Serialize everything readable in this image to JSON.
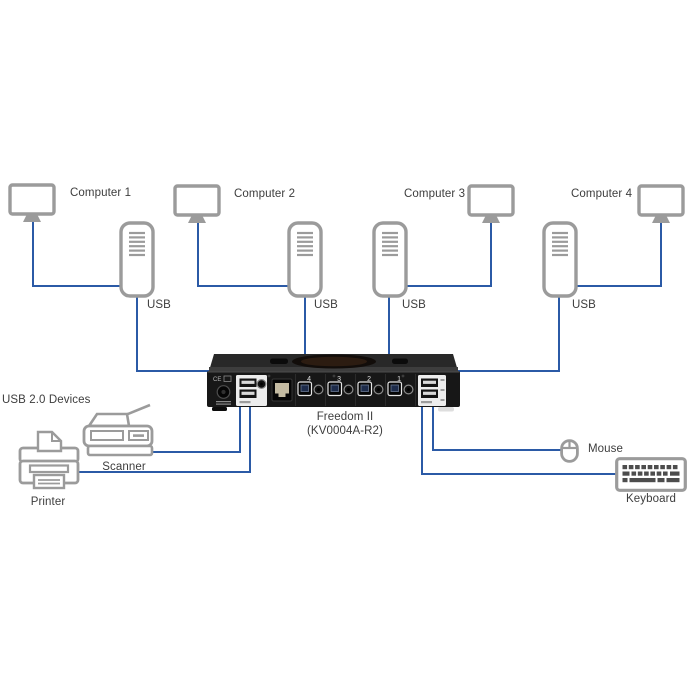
{
  "computers": [
    {
      "label": "Computer 1",
      "port_label": "USB"
    },
    {
      "label": "Computer 2",
      "port_label": "USB"
    },
    {
      "label": "Computer 3",
      "port_label": "USB"
    },
    {
      "label": "Computer 4",
      "port_label": "USB"
    }
  ],
  "kvm": {
    "model_line1": "Freedom II",
    "model_line2": "(KV0004A-R2)",
    "port_numbers": [
      "4",
      "3",
      "2",
      "1"
    ],
    "ce_mark": "CE"
  },
  "peripherals": {
    "group_label": "USB 2.0 Devices",
    "scanner_label": "Scanner",
    "printer_label": "Printer",
    "mouse_label": "Mouse",
    "keyboard_label": "Keyboard"
  },
  "colors": {
    "cable_blue": "#2b5aa6",
    "icon_gray": "#9b9b9b",
    "text_gray": "#3d3d3d",
    "device_black": "#171717"
  }
}
